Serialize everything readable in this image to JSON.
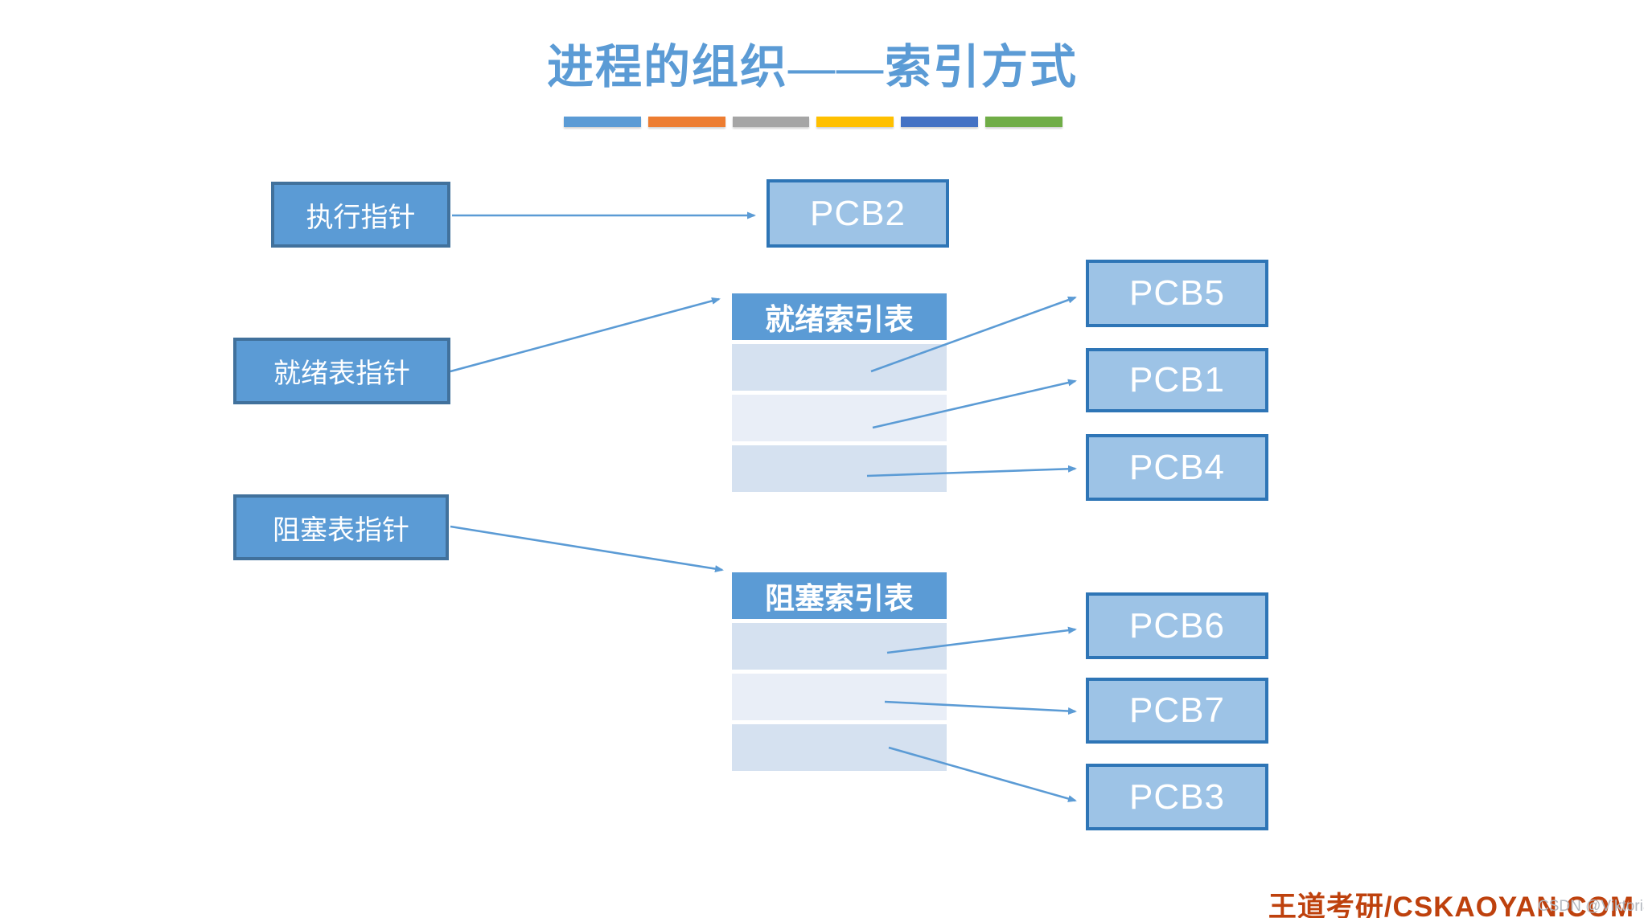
{
  "title": "进程的组织——索引方式",
  "theme": {
    "accent_bars": [
      "#5B9BD5",
      "#ED7D31",
      "#A5A5A5",
      "#FFC000",
      "#4472C4",
      "#70AD47"
    ],
    "title_color": "#5B9BD5",
    "pointer_box_fill": "#5B9BD5",
    "pointer_box_border": "#41719C",
    "pcb_box_fill": "#9DC3E6",
    "pcb_box_border": "#2E75B6",
    "table_header_fill": "#5B9BD5",
    "table_row_fill_odd": "#D5E1F0",
    "table_row_fill_even": "#E9EEF7",
    "arrow_color": "#5B9BD5",
    "brand_color": "#BE410D",
    "watermark_color": "#B3B7BE"
  },
  "pointers": [
    {
      "id": "exec-pointer",
      "label": "执行指针"
    },
    {
      "id": "ready-pointer",
      "label": "就绪表指针"
    },
    {
      "id": "blocked-pointer",
      "label": "阻塞表指针"
    }
  ],
  "tables": {
    "ready": {
      "title": "就绪索引表",
      "row_count": 3
    },
    "blocked": {
      "title": "阻塞索引表",
      "row_count": 3
    }
  },
  "pcbs": [
    {
      "id": "pcb2",
      "label": "PCB2"
    },
    {
      "id": "pcb5",
      "label": "PCB5"
    },
    {
      "id": "pcb1",
      "label": "PCB1"
    },
    {
      "id": "pcb4",
      "label": "PCB4"
    },
    {
      "id": "pcb6",
      "label": "PCB6"
    },
    {
      "id": "pcb7",
      "label": "PCB7"
    },
    {
      "id": "pcb3",
      "label": "PCB3"
    }
  ],
  "connections": [
    {
      "from": "执行指针",
      "to": "PCB2"
    },
    {
      "from": "就绪表指针",
      "to": "就绪索引表"
    },
    {
      "from": "就绪索引表 行1",
      "to": "PCB5"
    },
    {
      "from": "就绪索引表 行2",
      "to": "PCB1"
    },
    {
      "from": "就绪索引表 行3",
      "to": "PCB4"
    },
    {
      "from": "阻塞表指针",
      "to": "阻塞索引表"
    },
    {
      "from": "阻塞索引表 行1",
      "to": "PCB6"
    },
    {
      "from": "阻塞索引表 行2",
      "to": "PCB7"
    },
    {
      "from": "阻塞索引表 行3",
      "to": "PCB3"
    }
  ],
  "footer": {
    "brand": "王道考研/CSKAOYAN.COM",
    "watermark": "CSDN @Viktoriae"
  }
}
